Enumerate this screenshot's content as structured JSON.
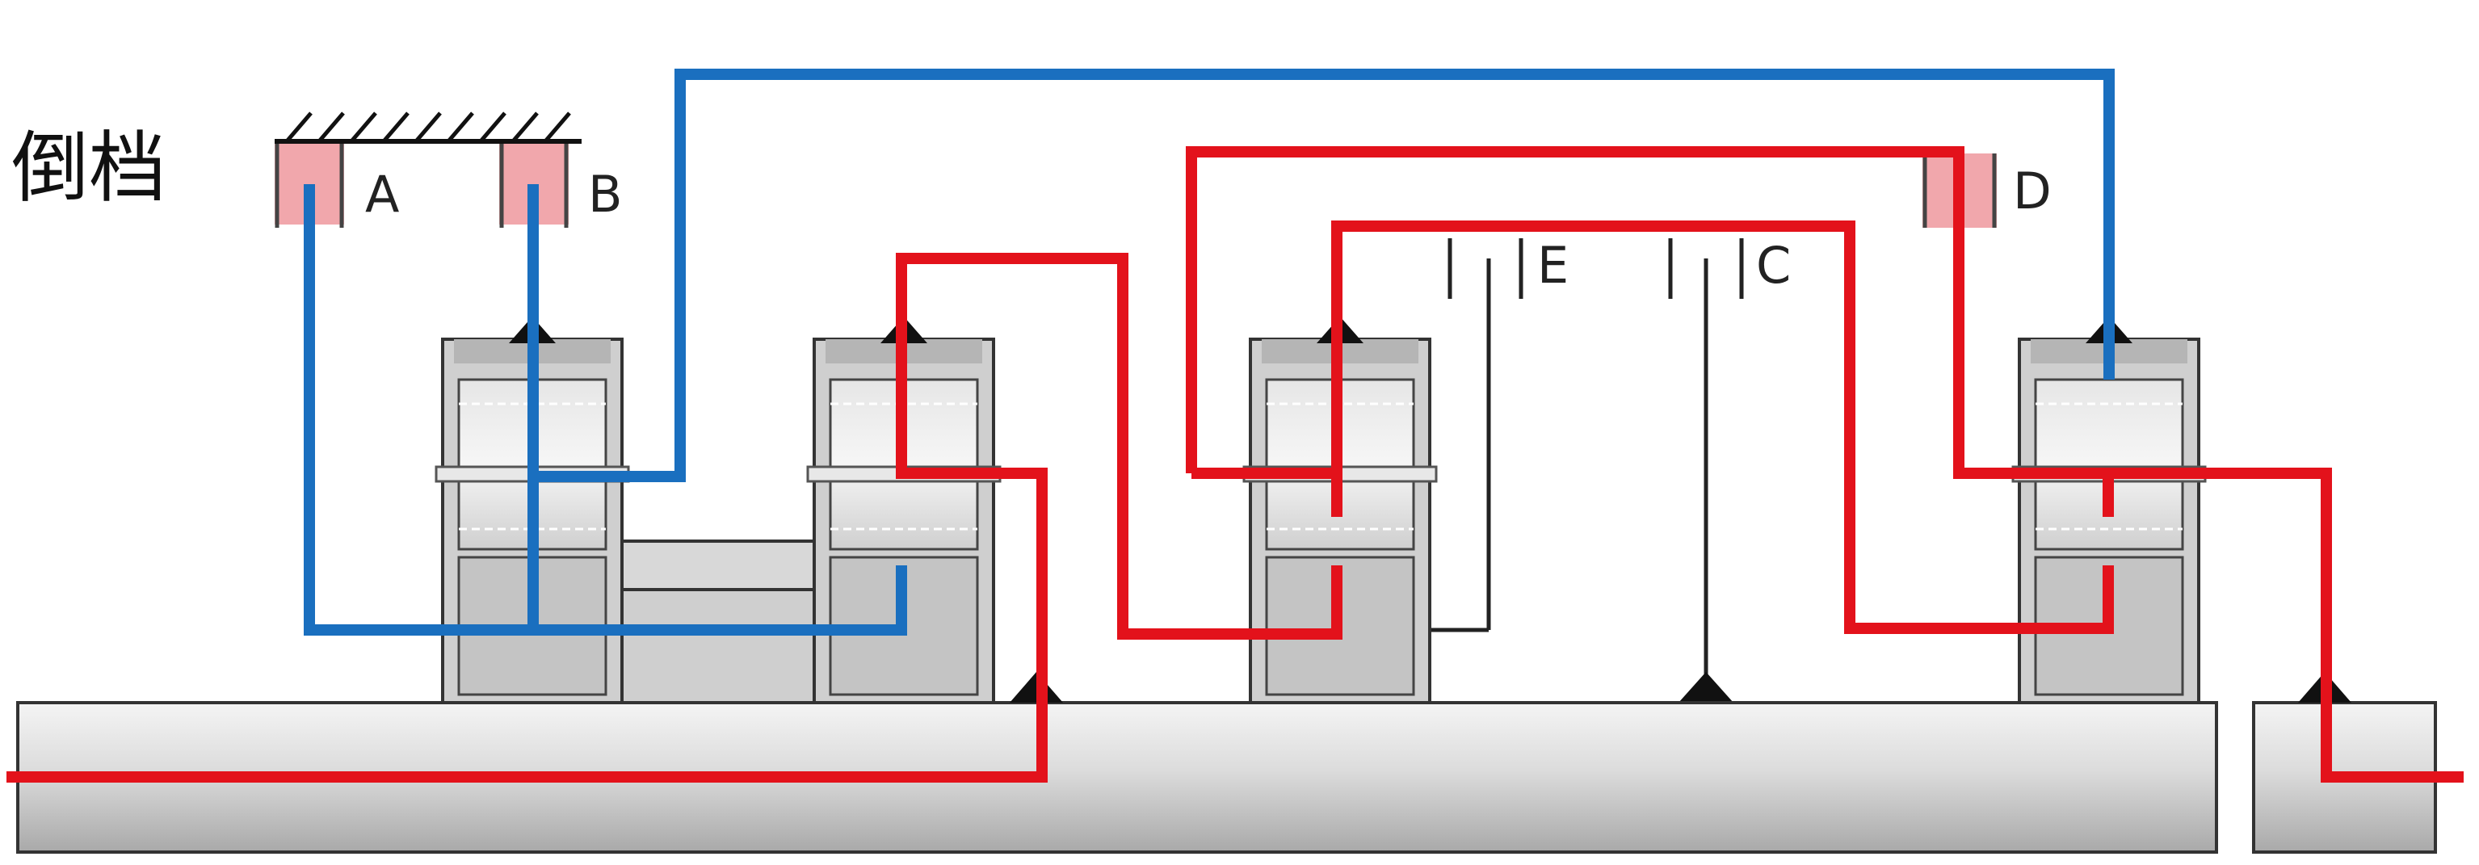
{
  "title": "倒档",
  "labels": {
    "A": "A",
    "B": "B",
    "C": "C",
    "D": "D",
    "E": "E"
  },
  "colors": {
    "power_flow_red": "#e3121b",
    "reaction_blue": "#1a6fbf",
    "brake_pink": "#f1a7ac",
    "housing_gray": "#c9c9c9"
  }
}
